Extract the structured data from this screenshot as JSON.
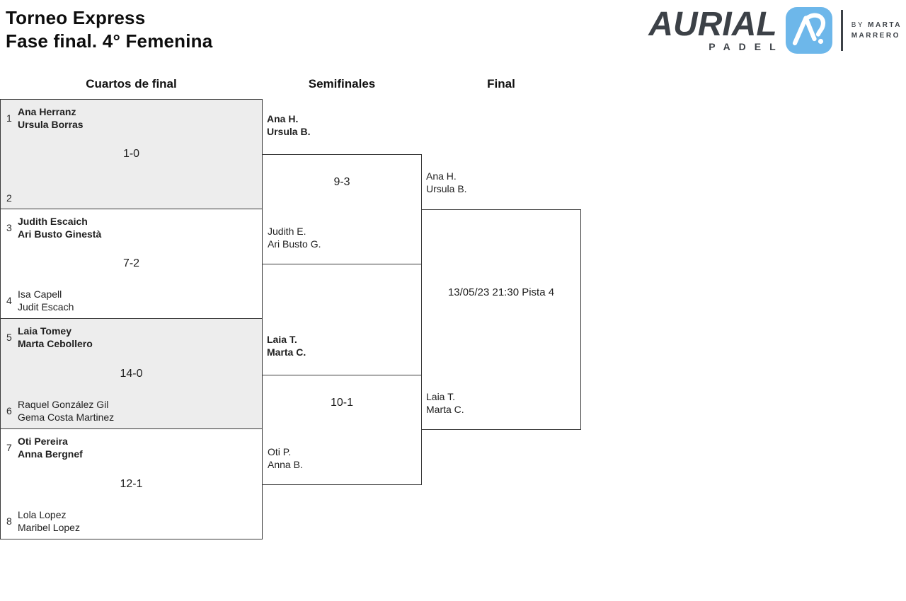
{
  "header": {
    "title_line1": "Torneo Express",
    "title_line2": "Fase final. 4° Femenina"
  },
  "logo": {
    "brand": "AURIAL",
    "brand_sub": "PADEL",
    "by_prefix": "BY ",
    "by_name_line1": "MARTA",
    "by_name_line2": "MARRERO",
    "icon": "aurial-a-monogram",
    "icon_color": "#6db7ea",
    "brand_color": "#3c4147"
  },
  "columns": {
    "quarterfinals": "Cuartos de final",
    "semifinals": "Semifinales",
    "final": "Final"
  },
  "colors": {
    "box_border": "#3a3a3a",
    "shaded_background": "#ededed"
  },
  "bracket": {
    "quarterfinals": [
      {
        "top_seed": "1",
        "top_team": [
          "Ana Herranz",
          "Ursula Borras"
        ],
        "score": "1-0",
        "bottom_seed": "2",
        "bottom_team": [
          "",
          ""
        ]
      },
      {
        "top_seed": "3",
        "top_team": [
          "Judith Escaich",
          "Ari Busto Ginestà"
        ],
        "score": "7-2",
        "bottom_seed": "4",
        "bottom_team": [
          "Isa Capell",
          "Judit Escach"
        ]
      },
      {
        "top_seed": "5",
        "top_team": [
          "Laia Tomey",
          "Marta Cebollero"
        ],
        "score": "14-0",
        "bottom_seed": "6",
        "bottom_team": [
          "Raquel González Gil",
          "Gema Costa Martinez"
        ]
      },
      {
        "top_seed": "7",
        "top_team": [
          "Oti Pereira",
          "Anna Bergnef"
        ],
        "score": "12-1",
        "bottom_seed": "8",
        "bottom_team": [
          "Lola Lopez",
          "Maribel Lopez"
        ]
      }
    ],
    "semifinals": [
      {
        "top_team": [
          "Ana H.",
          "Ursula B."
        ],
        "score": "9-3",
        "bottom_team": [
          "Judith E.",
          "Ari Busto G."
        ]
      },
      {
        "top_team": [
          "Laia T.",
          "Marta C."
        ],
        "score": "10-1",
        "bottom_team": [
          "Oti P.",
          "Anna B."
        ]
      }
    ],
    "final": {
      "top_team": [
        "Ana H.",
        "Ursula B."
      ],
      "schedule": "13/05/23 21:30 Pista 4",
      "bottom_team": [
        "Laia T.",
        "Marta C."
      ]
    }
  }
}
